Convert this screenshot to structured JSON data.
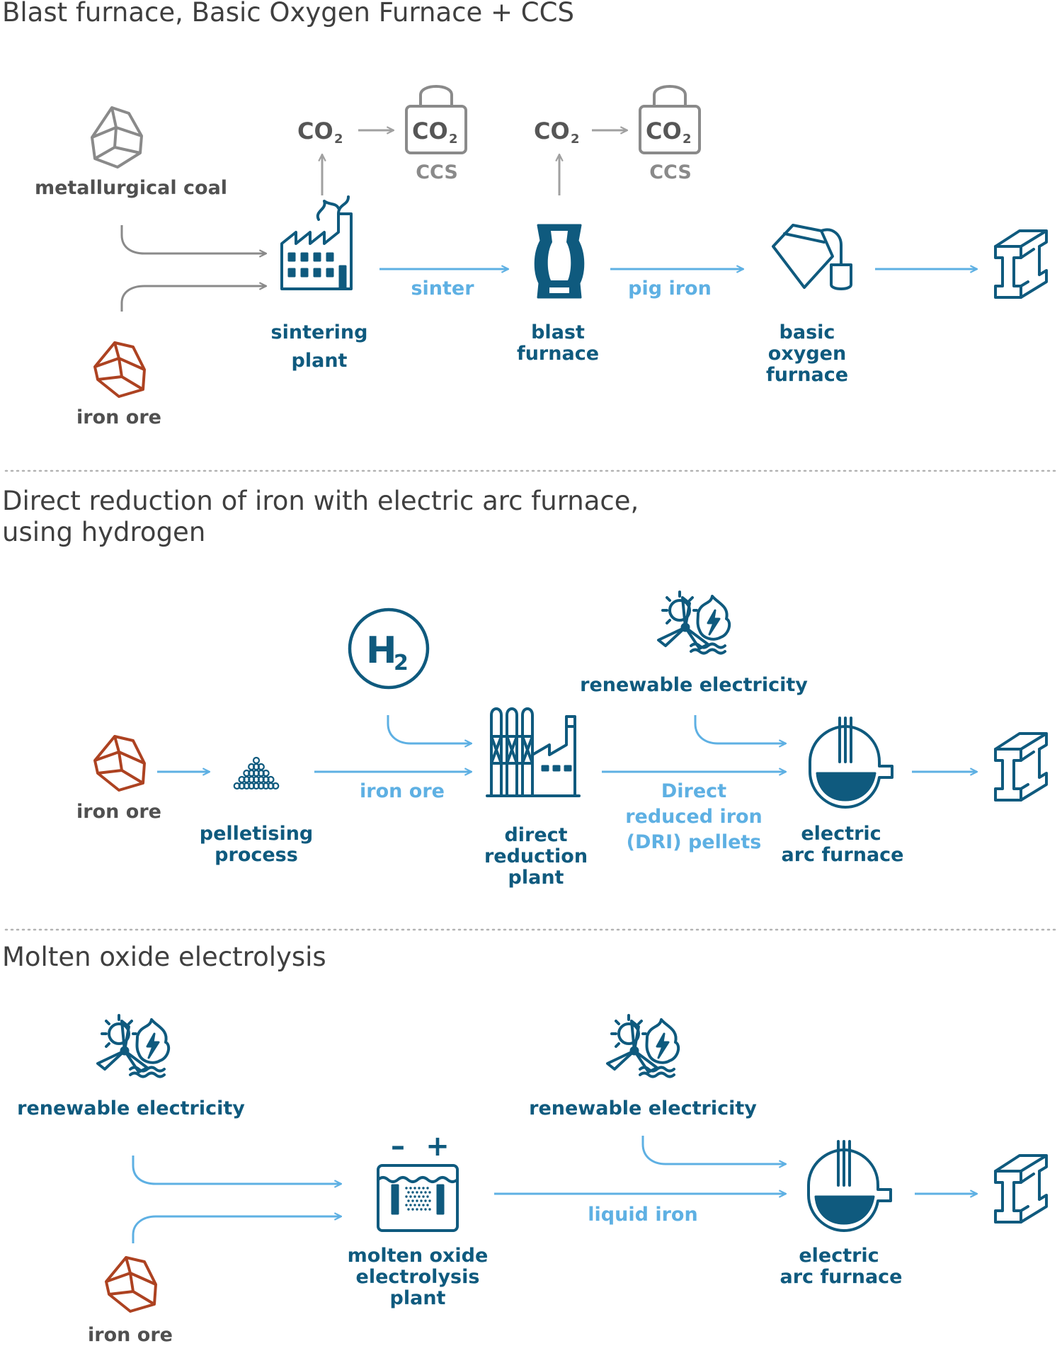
{
  "sections": [
    {
      "title": "Blast furnace, Basic Oxygen Furnace + CCS",
      "inputs": {
        "coal": "metallurgical coal",
        "ore": "iron ore"
      },
      "nodes": {
        "sintering_line1": "sintering",
        "sintering_line2": "plant",
        "blast_line1": "blast",
        "blast_line2": "furnace",
        "bof_line1": "basic",
        "bof_line2": "oxygen",
        "bof_line3": "furnace"
      },
      "flows": {
        "sinter": "sinter",
        "pig_iron": "pig iron"
      },
      "co2": {
        "main": "CO",
        "sub": "2",
        "ccs": "CCS"
      }
    },
    {
      "title_line1": "Direct reduction of iron with electric arc furnace,",
      "title_line2": "using hydrogen",
      "inputs": {
        "ore": "iron ore",
        "h2_main": "H",
        "h2_sub": "2",
        "renewable": "renewable electricity"
      },
      "nodes": {
        "pellet_line1": "pelletising",
        "pellet_line2": "process",
        "drp_line1": "direct",
        "drp_line2": "reduction",
        "drp_line3": "plant",
        "eaf_line1": "electric",
        "eaf_line2": "arc furnace"
      },
      "flows": {
        "iron_ore": "iron ore",
        "dri_line1": "Direct",
        "dri_line2": "reduced iron",
        "dri_line3": "(DRI) pellets"
      }
    },
    {
      "title": "Molten oxide electrolysis",
      "inputs": {
        "renewable_left": "renewable electricity",
        "renewable_right": "renewable electricity",
        "ore": "iron ore"
      },
      "nodes": {
        "moe_line1": "molten oxide",
        "moe_line2": "electrolysis",
        "moe_line3": "plant",
        "eaf_line1": "electric",
        "eaf_line2": "arc furnace"
      },
      "flows": {
        "liquid_iron": "liquid iron"
      },
      "electrode_symbols": {
        "minus": "–",
        "plus": "+"
      }
    }
  ],
  "icon_names": [
    "coal-icon",
    "iron-ore-icon",
    "factory-icon",
    "blast-furnace-icon",
    "converter-icon",
    "steel-beam-icon",
    "lock-icon",
    "h2-icon",
    "pellets-icon",
    "reduction-plant-icon",
    "arc-furnace-icon",
    "renewable-energy-icon",
    "electrolysis-cell-icon"
  ],
  "colors": {
    "dark_blue": "#0f5a7e",
    "light_blue": "#5eb0e3",
    "ore_red": "#ad4221",
    "grey": "#8a8a8a",
    "title_grey": "#3f3f3f"
  }
}
